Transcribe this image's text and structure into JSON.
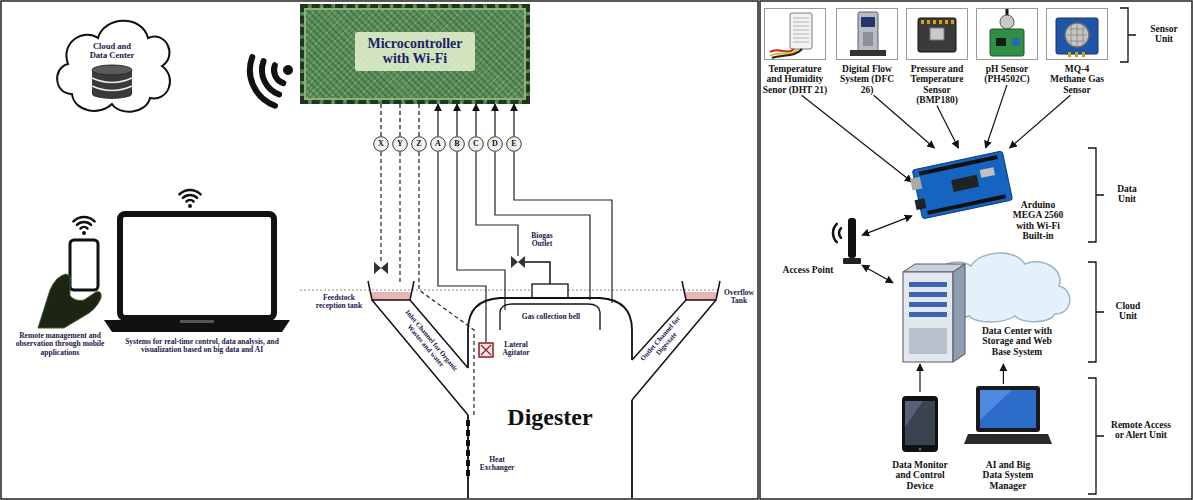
{
  "diagram": {
    "nodes": [
      {
        "text": [
          "Cloud and Data Center"
        ]
      },
      {
        "text": [
          "Microcontroller with Wi-Fi"
        ]
      },
      {
        "text": [
          "X"
        ]
      },
      {
        "text": [
          "Y"
        ]
      },
      {
        "text": [
          "Z"
        ]
      },
      {
        "text": [
          "A"
        ]
      },
      {
        "text": [
          "B"
        ]
      },
      {
        "text": [
          "C"
        ]
      },
      {
        "text": [
          "D"
        ]
      },
      {
        "text": [
          "E"
        ]
      },
      {
        "text": [
          "Digester"
        ]
      },
      {
        "text": [
          "Temperature and Humidity Senor (DHT 21)"
        ]
      },
      {
        "text": [
          "Digital Flow System (DFC 26)"
        ]
      },
      {
        "text": [
          "Pressure and Temperature Sensor (BMP180)"
        ]
      },
      {
        "text": [
          "pH Sensor (PH4502C)"
        ]
      },
      {
        "text": [
          "MQ-4 Methane Gas Sensor"
        ]
      },
      {
        "text": [
          "Arduino MEGA 2560 with Wi-Fi Built-in"
        ]
      },
      {
        "text": [
          "Access Point"
        ]
      },
      {
        "text": [
          "Data Center with Storage and Web Base System"
        ]
      },
      {
        "text": [
          "Data Monitor and Control Device"
        ]
      },
      {
        "text": [
          "AI and Big Data System Manager"
        ]
      }
    ],
    "edges": [
      {
        "from": 2,
        "to": 1,
        "arrow": "none"
      },
      {
        "from": 3,
        "to": 1,
        "arrow": "none"
      },
      {
        "from": 4,
        "to": 1,
        "arrow": "none"
      },
      {
        "from": 5,
        "to": 1,
        "arrow": "to"
      },
      {
        "from": 6,
        "to": 1,
        "arrow": "to"
      },
      {
        "from": 7,
        "to": 1,
        "arrow": "to"
      },
      {
        "from": 8,
        "to": 1,
        "arrow": "to"
      },
      {
        "from": 9,
        "to": 1,
        "arrow": "to"
      },
      {
        "from": 11,
        "to": 16,
        "arrow": "to"
      },
      {
        "from": 12,
        "to": 16,
        "arrow": "to"
      },
      {
        "from": 13,
        "to": 16,
        "arrow": "to"
      },
      {
        "from": 14,
        "to": 16,
        "arrow": "to"
      },
      {
        "from": 15,
        "to": 16,
        "arrow": "to"
      },
      {
        "from": 16,
        "to": 17,
        "arrow": "both"
      },
      {
        "from": 17,
        "to": 18,
        "arrow": "both"
      },
      {
        "from": 19,
        "to": 18,
        "arrow": "to"
      },
      {
        "from": 20,
        "to": 18,
        "arrow": "to"
      }
    ],
    "labels": [
      "Remote management and observation through mobile applications",
      "Systems for real-time control, data analysis, and visualization based on big data and AI",
      "Biogas Outlet",
      "Feedstock reception tank",
      "Overflow Tank",
      "Gas collection bell",
      "Inlet Channel for Organic Wastes and water",
      "Lateral Agitator",
      "Outlet Channel for Digestate",
      "Heat Exchanger",
      "Sensor Unit",
      "Data Unit",
      "Cloud Unit",
      "Remote Access or Alert Unit"
    ]
  }
}
